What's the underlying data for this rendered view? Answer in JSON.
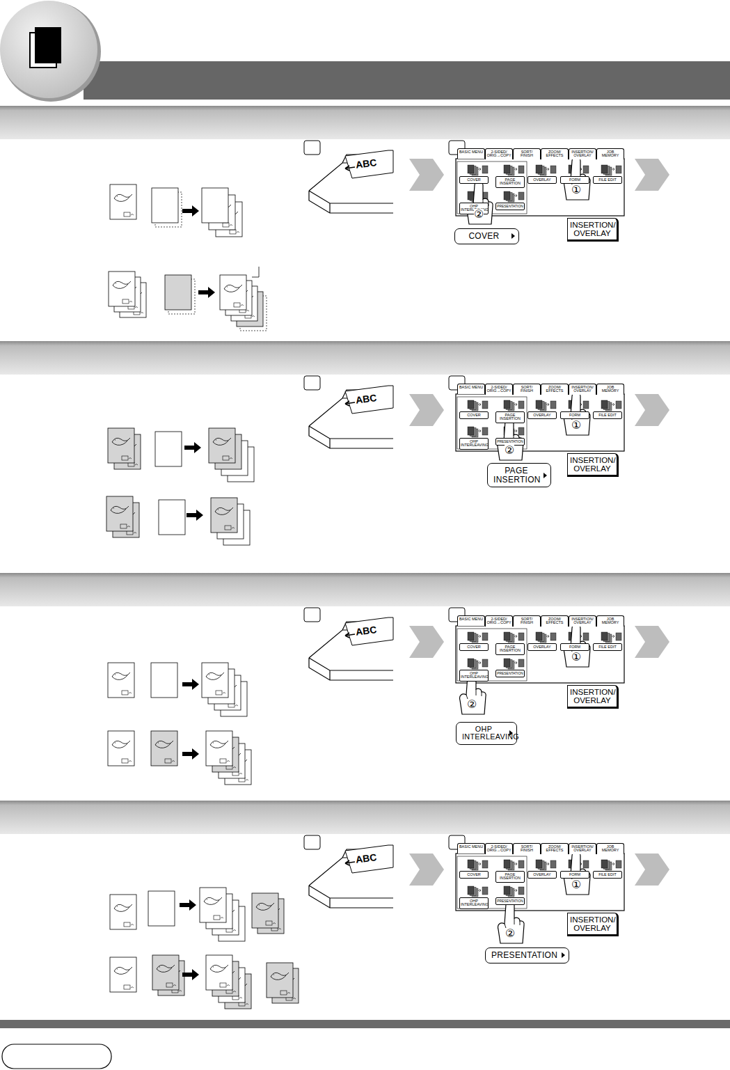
{
  "diagram": {
    "nodes": [
      {
        "text": [
          "BASIC MENU"
        ]
      },
      {
        "text": [
          "2-SIDED/ ORIG→COPY"
        ]
      },
      {
        "text": [
          "SORT/ FINISH"
        ]
      },
      {
        "text": [
          "ZOOM/ EFFECTS"
        ]
      },
      {
        "text": [
          "INSERTION/ OVERLAY"
        ]
      },
      {
        "text": [
          "JOB MEMORY"
        ]
      },
      {
        "text": [
          "COVER"
        ]
      },
      {
        "text": [
          "PAGE INSERTION"
        ]
      },
      {
        "text": [
          "OVERLAY"
        ]
      },
      {
        "text": [
          "FORM"
        ]
      },
      {
        "text": [
          "FILE EDIT"
        ]
      },
      {
        "text": [
          "OHP INTERLEAVING"
        ]
      },
      {
        "text": [
          "PRESENTATION"
        ]
      },
      {
        "text": [
          "COVER"
        ]
      },
      {
        "text": [
          "INSERTION/ OVERLAY"
        ]
      },
      {
        "text": [
          "BASIC MENU"
        ]
      },
      {
        "text": [
          "2-SIDED/ ORIG→COPY"
        ]
      },
      {
        "text": [
          "SORT/ FINISH"
        ]
      },
      {
        "text": [
          "ZOOM/ EFFECTS"
        ]
      },
      {
        "text": [
          "INSERTION/ OVERLAY"
        ]
      },
      {
        "text": [
          "JOB MEMORY"
        ]
      },
      {
        "text": [
          "COVER"
        ]
      },
      {
        "text": [
          "PAGE INSERTION"
        ]
      },
      {
        "text": [
          "OVERLAY"
        ]
      },
      {
        "text": [
          "FORM"
        ]
      },
      {
        "text": [
          "FILE EDIT"
        ]
      },
      {
        "text": [
          "OHP INTERLEAVING"
        ]
      },
      {
        "text": [
          "PRESENTATION"
        ]
      },
      {
        "text": [
          "PAGE INSERTION"
        ]
      },
      {
        "text": [
          "INSERTION/ OVERLAY"
        ]
      },
      {
        "text": [
          "BASIC MENU"
        ]
      },
      {
        "text": [
          "2-SIDED/ ORIG→COPY"
        ]
      },
      {
        "text": [
          "SORT/ FINISH"
        ]
      },
      {
        "text": [
          "ZOOM/ EFFECTS"
        ]
      },
      {
        "text": [
          "INSERTION/ OVERLAY"
        ]
      },
      {
        "text": [
          "JOB MEMORY"
        ]
      },
      {
        "text": [
          "COVER"
        ]
      },
      {
        "text": [
          "PAGE INSERTION"
        ]
      },
      {
        "text": [
          "OVERLAY"
        ]
      },
      {
        "text": [
          "FORM"
        ]
      },
      {
        "text": [
          "FILE EDIT"
        ]
      },
      {
        "text": [
          "OHP INTERLEAVING"
        ]
      },
      {
        "text": [
          "PRESENTATION"
        ]
      },
      {
        "text": [
          "OHP INTERLEAVING"
        ]
      },
      {
        "text": [
          "INSERTION/ OVERLAY"
        ]
      },
      {
        "text": [
          "BASIC MENU"
        ]
      },
      {
        "text": [
          "2-SIDED/ ORIG→COPY"
        ]
      },
      {
        "text": [
          "SORT/ FINISH"
        ]
      },
      {
        "text": [
          "ZOOM/ EFFECTS"
        ]
      },
      {
        "text": [
          "INSERTION/ OVERLAY"
        ]
      },
      {
        "text": [
          "JOB MEMORY"
        ]
      },
      {
        "text": [
          "COVER"
        ]
      },
      {
        "text": [
          "PAGE INSERTION"
        ]
      },
      {
        "text": [
          "OVERLAY"
        ]
      },
      {
        "text": [
          "FORM"
        ]
      },
      {
        "text": [
          "FILE EDIT"
        ]
      },
      {
        "text": [
          "OHP INTERLEAVING"
        ]
      },
      {
        "text": [
          "PRESENTATION"
        ]
      },
      {
        "text": [
          "PRESENTATION"
        ]
      },
      {
        "text": [
          "INSERTION/ OVERLAY"
        ]
      }
    ],
    "labels": [
      "ABC",
      "①",
      "②",
      "ABC",
      "①",
      "②",
      "ABC",
      "①",
      "②",
      "ABC",
      "①",
      "②"
    ]
  }
}
